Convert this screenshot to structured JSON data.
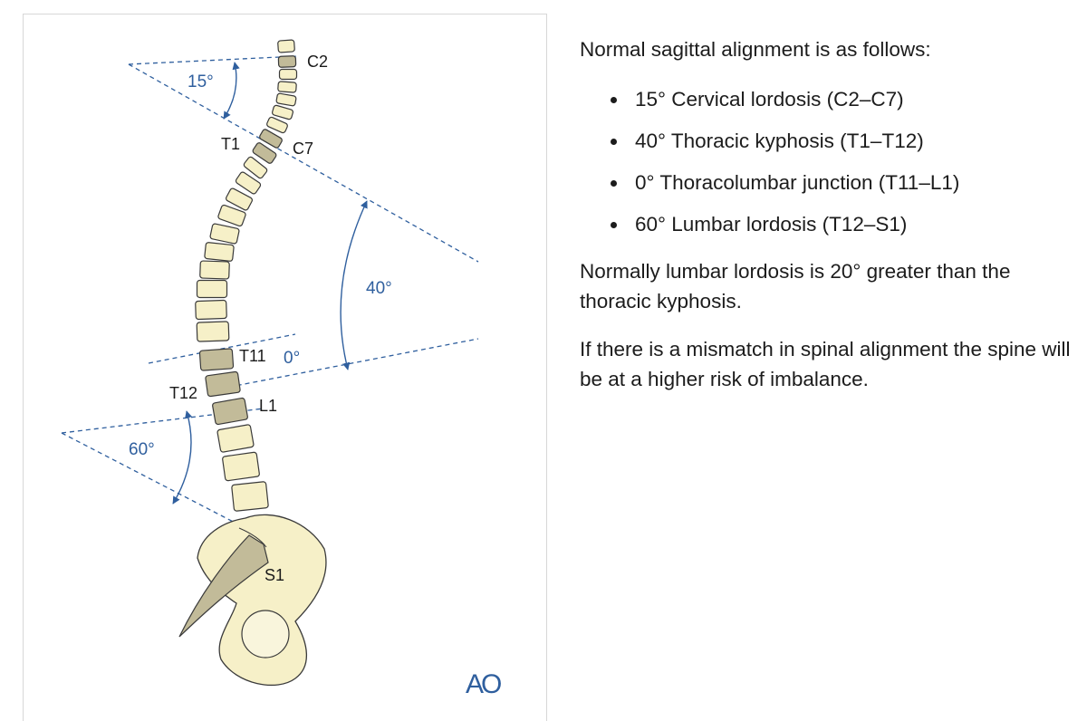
{
  "figure": {
    "vertebra_labels": {
      "c2": "C2",
      "c7": "C7",
      "t1": "T1",
      "t11": "T11",
      "t12": "T12",
      "l1": "L1",
      "s1": "S1"
    },
    "angle_labels": {
      "cervical": "15°",
      "thoracic": "40°",
      "junction": "0°",
      "lumbar": "60°"
    },
    "logo_text": "AO",
    "colors": {
      "bone_fill": "#f6f0c8",
      "bone_dark": "#c2bb99",
      "outline": "#3a3a3a",
      "reference_line": "#2f5f9e"
    }
  },
  "text": {
    "intro": "Normal sagittal alignment is as follows:",
    "bullets": [
      "15° Cervical lordosis (C2–C7)",
      "40° Thoracic kyphosis (T1–T12)",
      "0° Thoracolumbar junction (T11–L1)",
      "60° Lumbar lordosis (T12–S1)"
    ],
    "paragraph1": "Normally lumbar lordosis is 20° greater than the thoracic kyphosis.",
    "paragraph2": "If there is a mismatch in spinal alignment the spine will be at a higher risk of imbalance."
  }
}
